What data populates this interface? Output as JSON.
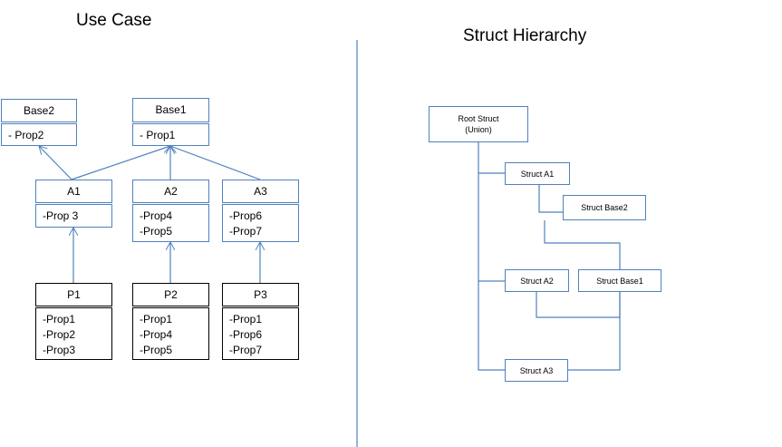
{
  "titles": {
    "left": "Use Case",
    "right": "Struct Hierarchy"
  },
  "use_case": {
    "base2": {
      "name": "Base2",
      "props": [
        "- Prop2"
      ]
    },
    "base1": {
      "name": "Base1",
      "props": [
        "- Prop1"
      ]
    },
    "a1": {
      "name": "A1",
      "props": [
        "-Prop 3"
      ]
    },
    "a2": {
      "name": "A2",
      "props": [
        "-Prop4",
        "-Prop5"
      ]
    },
    "a3": {
      "name": "A3",
      "props": [
        "-Prop6",
        "-Prop7"
      ]
    },
    "p1": {
      "name": "P1",
      "props": [
        "-Prop1",
        "-Prop2",
        "-Prop3"
      ]
    },
    "p2": {
      "name": "P2",
      "props": [
        "-Prop1",
        "-Prop4",
        "-Prop5"
      ]
    },
    "p3": {
      "name": "P3",
      "props": [
        "-Prop1",
        "-Prop6",
        "-Prop7"
      ]
    }
  },
  "struct_hierarchy": {
    "root": {
      "line1": "Root Struct",
      "line2": "(Union)"
    },
    "struct_a1": "Struct A1",
    "struct_base2": "Struct Base2",
    "struct_a2": "Struct A2",
    "struct_base1": "Struct Base1",
    "struct_a3": "Struct A3"
  },
  "colors": {
    "line": "#4f81bd",
    "dark_border": "#000000"
  }
}
